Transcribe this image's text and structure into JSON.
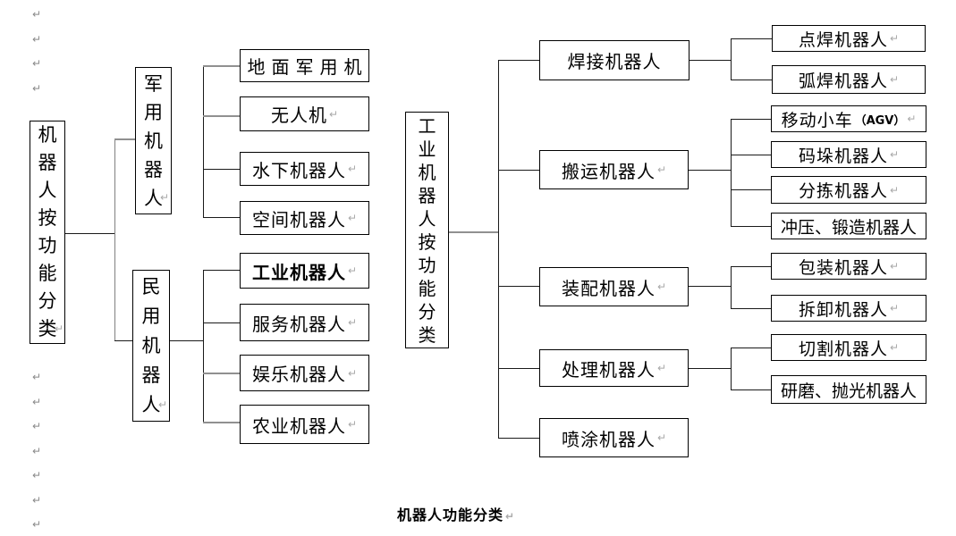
{
  "marks": {
    "return": "↵"
  },
  "caption": {
    "text": "机器人功能分类"
  },
  "left_tree": {
    "root": "机器人按功能分类",
    "branches": [
      {
        "label": "军用机器人",
        "children": [
          "地面军用机",
          "无人机",
          "水下机器人",
          "空间机器人"
        ]
      },
      {
        "label": "民用机器人",
        "children": [
          "工业机器人",
          "服务机器人",
          "娱乐机器人",
          "农业机器人"
        ]
      }
    ]
  },
  "right_tree": {
    "root": "工业机器人按功能分类",
    "branches": [
      {
        "label": "焊接机器人",
        "children": [
          "点焊机器人",
          "弧焊机器人"
        ]
      },
      {
        "label": "搬运机器人",
        "children": [
          {
            "label": "移动小车",
            "suffix": "（AGV）"
          },
          "码垛机器人",
          "分拣机器人",
          "冲压、锻造机器人"
        ]
      },
      {
        "label": "装配机器人",
        "children": [
          "包装机器人",
          "拆卸机器人"
        ]
      },
      {
        "label": "处理机器人",
        "children": [
          "切割机器人",
          "研磨、抛光机器人"
        ]
      },
      {
        "label": "喷涂机器人",
        "children": []
      }
    ]
  }
}
